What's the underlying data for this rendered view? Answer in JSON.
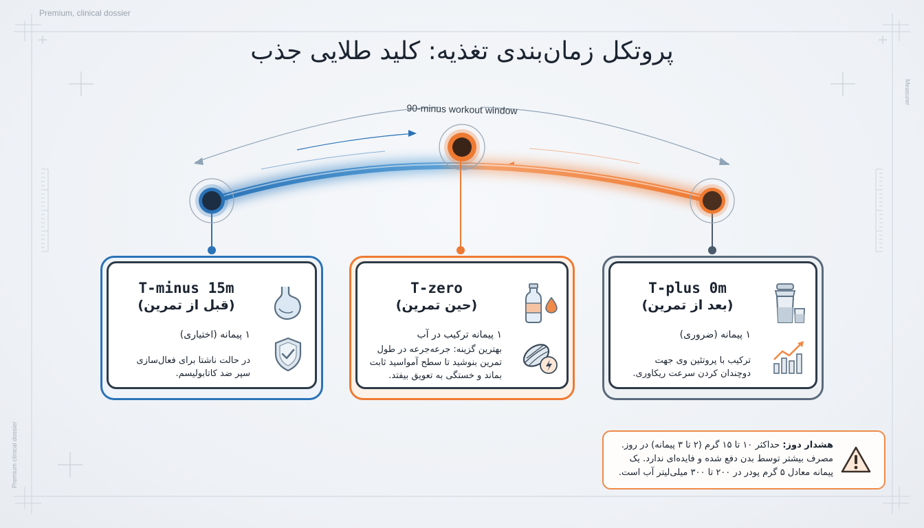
{
  "watermark_top": "Premium, clinical dossier",
  "watermark_side": "Premium clinical dossier",
  "side_label_right": "Measurer",
  "title": "پروتکل زمان‌بندی تغذیه: کلید طلایی جذب",
  "window_label": "90-minus workout window",
  "colors": {
    "blue": "#2a73b8",
    "orange": "#ee7a32",
    "slate": "#4b5a6a"
  },
  "cards": [
    {
      "id": "t-minus",
      "title": "T-minus 15m",
      "subtitle": "(قبل از تمرین)",
      "dose": "۱ پیمانه (اختیاری)",
      "desc_line1": "در حالت ناشتا برای فعال‌سازی",
      "desc_line2": "سپر ضد کاتابولیسم.",
      "desc_line3": "",
      "icon_top": "stomach-icon",
      "icon_bottom": "shield-check-icon"
    },
    {
      "id": "t-zero",
      "title": "T-zero",
      "subtitle": "(حین تمرین)",
      "dose": "۱ پیمانه ترکیب در آب",
      "desc_line1": "بهترین گزینه: جرعه‌جرعه در طول",
      "desc_line2": "تمرین بنوشید تا سطح آمواسید ثابت",
      "desc_line3": "بماند و خستگی به تعویق بیفتد.",
      "icon_top": "water-bottle-icon",
      "icon_bottom": "muscle-energy-icon"
    },
    {
      "id": "t-plus",
      "title": "T-plus 0m",
      "subtitle": "(بعد از تمرین)",
      "dose": "۱ پیمانه (ضروری)",
      "desc_line1": "ترکیب با پروتئین وی جهت",
      "desc_line2": "دوچندان کردن سرعت ریکاوری.",
      "desc_line3": "",
      "icon_top": "shaker-icon",
      "icon_bottom": "growth-chart-icon"
    }
  ],
  "warning": {
    "label": "هشدار دوز:",
    "line1": "حداکثر ۱۰ تا ۱۵ گرم (۲ تا ۳ پیمانه) در روز.",
    "line2": "مصرف بیشتر توسط بدن دفع شده و فایده‌ای ندارد. یک",
    "line3": "پیمانه معادل ۵ گرم پودر در ۲۰۰ تا ۳۰۰ میلی‌لیتر آب است.",
    "icon": "warning-triangle-icon"
  }
}
